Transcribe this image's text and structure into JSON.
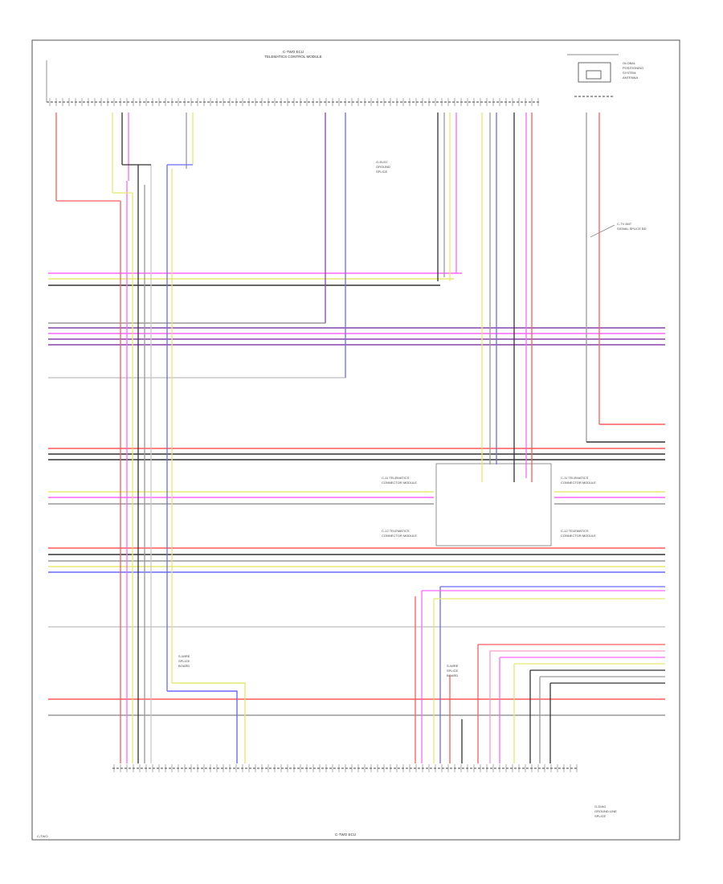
{
  "diagram": {
    "top_module": {
      "title_line1": "C-TWO ECU",
      "title_line2": "TELEMATICS CONTROL MODULE"
    },
    "global_positioning": {
      "line1": "GLOBAL",
      "line2": "POSITIONING",
      "line3": "SYSTEM",
      "line4": "ANTENNA"
    },
    "bottom_module": {
      "title": "C-TWO ECU"
    },
    "page_ref": "C-TWO",
    "left_splice": {
      "line1": "S-WIRE",
      "line2": "SPLICE",
      "line3": "BOARD"
    },
    "right_splice": {
      "line1": "S-WIRE",
      "line2": "SPLICE",
      "line3": "BOARD"
    },
    "ground_point": {
      "line1": "G-ELEC",
      "line2": "GROUND",
      "line3": "SPLICE"
    },
    "antenna_splice": {
      "line1": "C-TV ANT",
      "line2": "SIGNAL SPLICE BD"
    },
    "bottom_right_ground": {
      "line1": "G-DIAG",
      "line2": "GROUND LINE",
      "line3": "SPLICE"
    },
    "conn_mid_top_left": {
      "line1": "C-11 TELEMATICS",
      "line2": "CONNECTOR MODULE"
    },
    "conn_mid_top_right": {
      "line1": "C-11 TELEMATICS",
      "line2": "CONNECTOR MODULE"
    },
    "conn_mid_bot_left": {
      "line1": "C-12 TELEMATICS",
      "line2": "CONNECTOR MODULE"
    },
    "conn_mid_bot_right": {
      "line1": "C-12 TELEMATICS",
      "line2": "CONNECTOR MODULE"
    }
  }
}
